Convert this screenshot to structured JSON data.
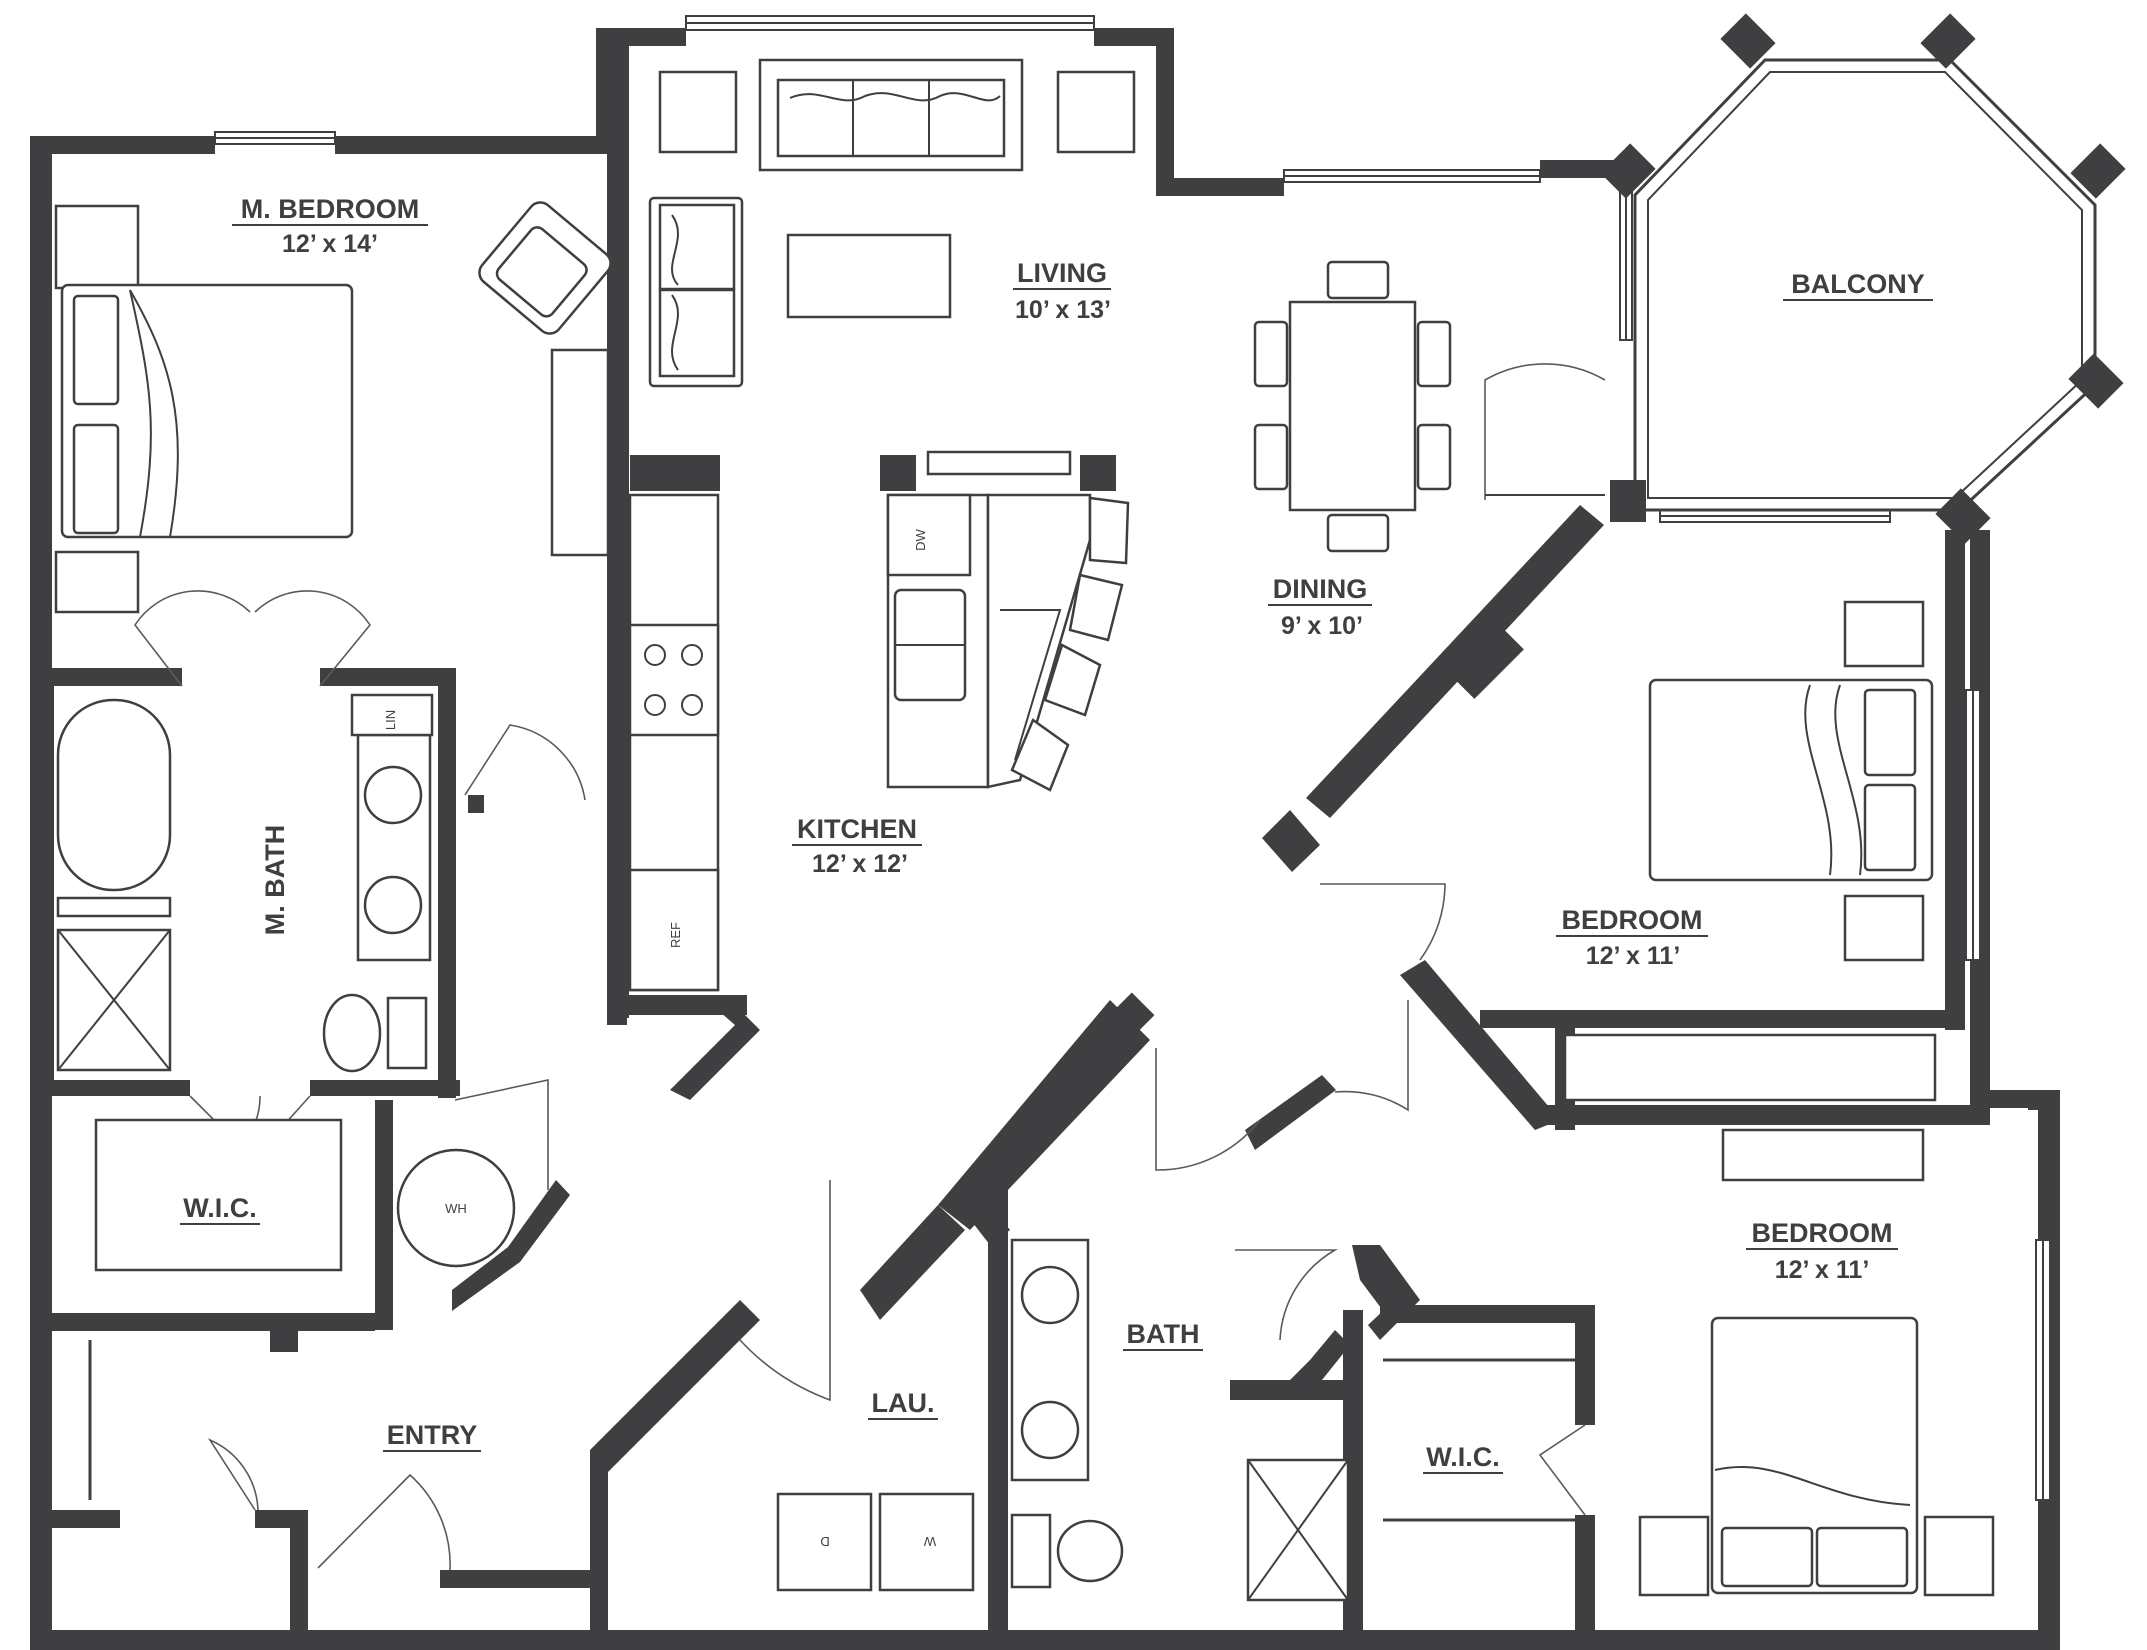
{
  "rooms": {
    "master_bedroom": {
      "name": "M. BEDROOM",
      "size": "12’ x 14’"
    },
    "living": {
      "name": "LIVING",
      "size": "10’ x 13’"
    },
    "balcony": {
      "name": "BALCONY"
    },
    "dining": {
      "name": "DINING",
      "size": "9’ x 10’"
    },
    "kitchen": {
      "name": "KITCHEN",
      "size": "12’ x 12’"
    },
    "master_bath": {
      "name": "M. BATH"
    },
    "bedroom_2": {
      "name": "BEDROOM",
      "size": "12’ x 11’"
    },
    "master_wic": {
      "name": "W.I.C."
    },
    "bath": {
      "name": "BATH"
    },
    "laundry": {
      "name": "LAU."
    },
    "entry": {
      "name": "ENTRY"
    },
    "wic_2": {
      "name": "W.I.C."
    },
    "bedroom_3": {
      "name": "BEDROOM",
      "size": "12’ x 11’"
    }
  },
  "fixtures": {
    "dishwasher": "DW",
    "refrigerator": "REF",
    "linen": "LIN",
    "water_heater": "WH",
    "dryer": "D",
    "washer": "W"
  },
  "colors": {
    "wall": "#3f3f41",
    "background": "#ffffff"
  }
}
